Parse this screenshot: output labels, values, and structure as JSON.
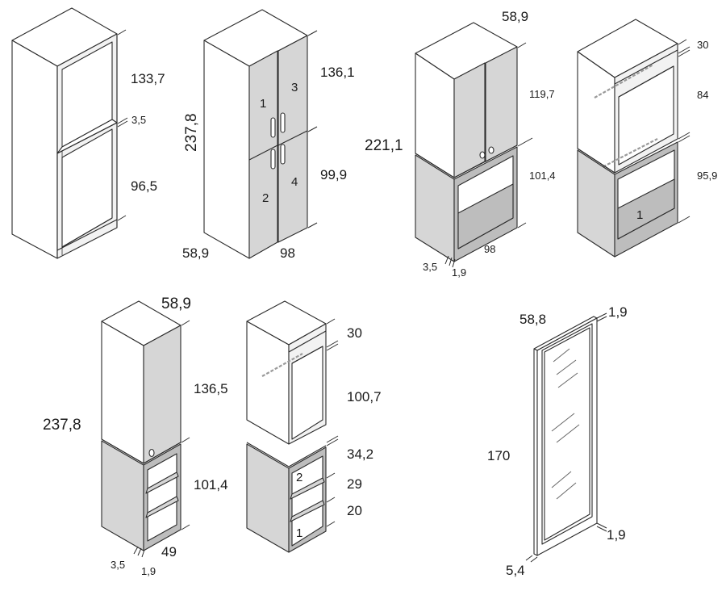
{
  "cab1": {
    "top": "133,7",
    "gap": "3,5",
    "bottom": "96,5"
  },
  "cab2": {
    "height": "237,8",
    "top": "136,1",
    "bottom": "99,9",
    "depth": "58,9",
    "width": "98",
    "doors": [
      "1",
      "2",
      "3",
      "4"
    ]
  },
  "cab3": {
    "depth": "58,9",
    "height": "221,1",
    "top": "119,7",
    "bottom": "101,4",
    "width": "98",
    "side": "3,5",
    "panel": "1,9"
  },
  "cab4": {
    "top": "30",
    "middle": "84",
    "bottom": "95,9",
    "drawer": "1"
  },
  "cab5": {
    "depth": "58,9",
    "height": "237,8",
    "top": "136,5",
    "bottom": "101,4",
    "width": "49",
    "side": "3,5",
    "panel": "1,9"
  },
  "cab6": {
    "top": "30",
    "middle": "100,7",
    "shelf": "34,2",
    "d2": "29",
    "d1": "20",
    "drawer2": "2",
    "drawer1": "1"
  },
  "mirror": {
    "width": "58,8",
    "frame_top": "1,9",
    "height": "170",
    "frame_bottom": "1,9",
    "depth": "5,4"
  }
}
